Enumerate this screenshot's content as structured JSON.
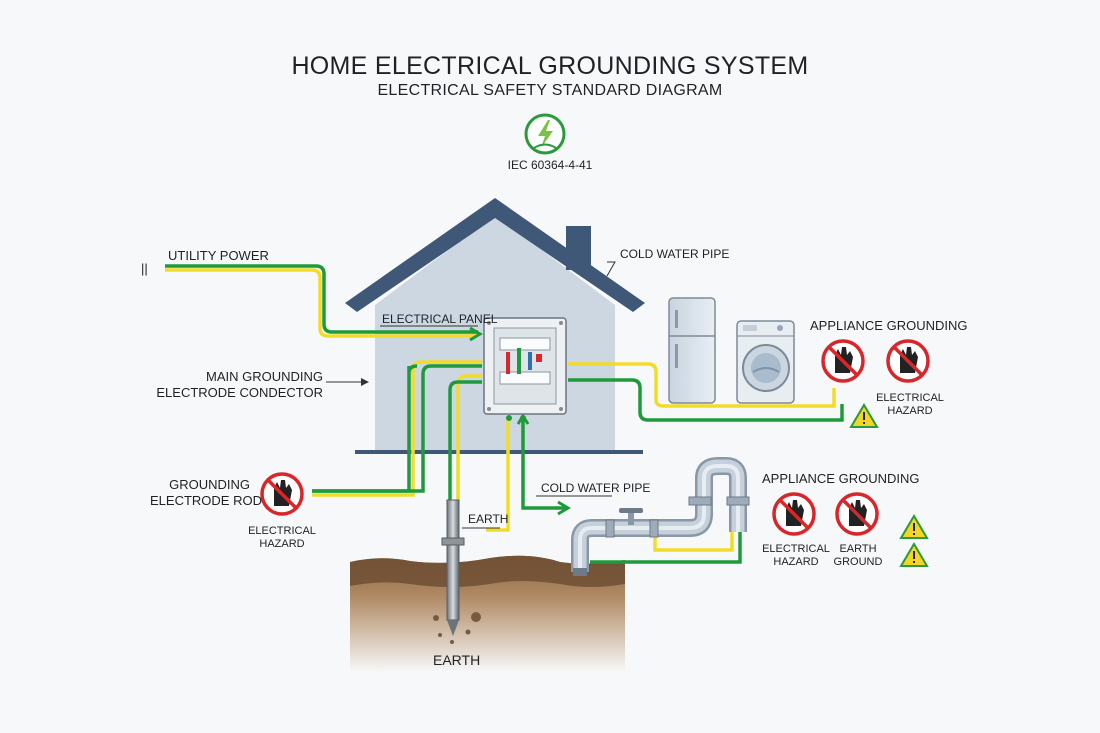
{
  "title": "HOME ELECTRICAL GROUNDING SYSTEM",
  "subtitle": "ELECTRICAL SAFETY STANDARD DIAGRAM",
  "standard": "IEC 60364-4-41",
  "colors": {
    "ground_green": "#1e9a3a",
    "ground_yellow": "#f2dc2a",
    "roof": "#3f5878",
    "house_wall": "#ccd7e1",
    "soil": "#a57f58",
    "prohibition_red": "#d8262a",
    "warning_yellow": "#f4d526"
  },
  "labels": {
    "utility_power": "UTILITY POWER",
    "cold_water_pipe_top": "COLD WATER PIPE",
    "electrical_panel": "ELECTRICAL PANEL",
    "main_grounding_line1": "MAIN GROUNDING",
    "main_grounding_line2": "ELECTRODE CONDECTOR",
    "appliance_grounding_top": "APPLIANCE GROUNDING",
    "grounding_rod_line1": "GROUNDING",
    "grounding_rod_line2": "ELECTRODE ROD",
    "earth_rod": "EARTH",
    "cold_water_pipe_mid": "COLD WATER PIPE",
    "appliance_grounding_mid": "APPLIANCE GROUNDING",
    "earth_bottom": "EARTH",
    "utility_mark": "||"
  },
  "hazard_notes": {
    "left_line1": "ELECTRICAL",
    "left_line2": "HAZARD",
    "right_top_line1": "ELECTRICAL",
    "right_top_line2": "HAZARD",
    "mid_a_line1": "ELECTRICAL",
    "mid_a_line2": "HAZARD",
    "mid_b_line1": "EARTH",
    "mid_b_line2": "GROUND"
  },
  "icons": [
    "grounding-logo-icon",
    "refrigerator-icon",
    "washing-machine-icon",
    "no-touch-hand-icon",
    "warning-triangle-icon",
    "water-faucet-icon",
    "grounding-rod-icon"
  ]
}
